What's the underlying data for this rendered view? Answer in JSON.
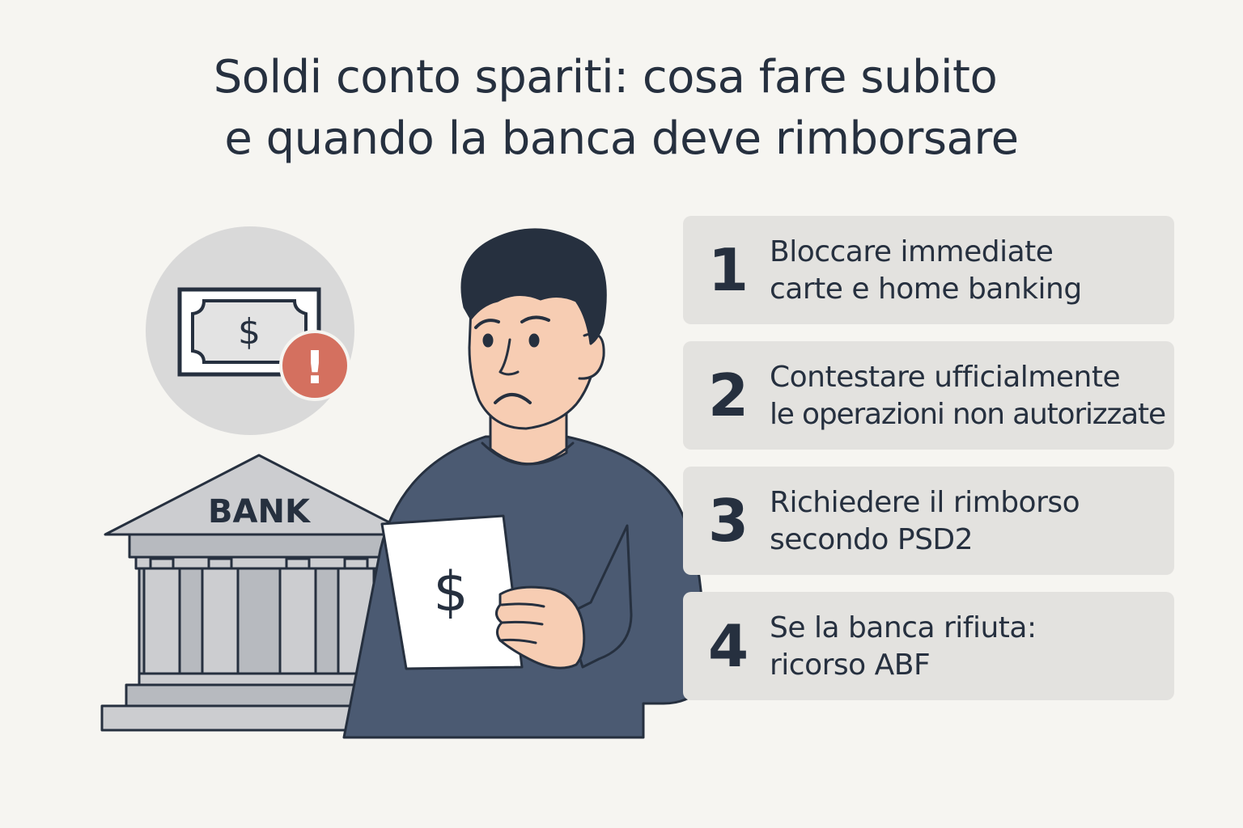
{
  "title": {
    "line1": "Soldi conto spariti: cosa fare subito",
    "line2": "e quando la banca deve rimborsare"
  },
  "illustration": {
    "bank_label": "BANK",
    "banknote_symbol": "$",
    "alert_symbol": "!",
    "paper_symbol": "$",
    "icons": [
      "banknote-icon",
      "alert-icon",
      "bank-building-icon",
      "worried-person-icon",
      "paper-document-icon"
    ]
  },
  "steps": [
    {
      "number": "1",
      "line1": "Bloccare immediate",
      "line2": "carte e home banking"
    },
    {
      "number": "2",
      "line1": "Contestare ufficialmente",
      "line2": "le operazioni non autorizzate"
    },
    {
      "number": "3",
      "line1": "Richiedere il rimborso",
      "line2": "secondo PSD2"
    },
    {
      "number": "4",
      "line1": "Se la banca rifiuta:",
      "line2": "ricorso ABF"
    }
  ],
  "colors": {
    "background": "#f6f5f1",
    "text": "#26303f",
    "card": "#e3e2df",
    "sweater": "#4b5a72",
    "skin": "#f7cdb3",
    "hair": "#26303f",
    "alert": "#d4705f",
    "bank": "#c9cbcf"
  }
}
